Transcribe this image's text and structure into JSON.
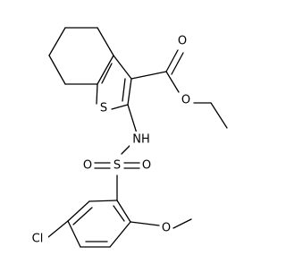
{
  "molecule": {
    "atoms": {
      "sulfur_thiophene": "S",
      "ester_carbonyl_oxygen": "O",
      "ester_oxygen": "O",
      "amide_nitrogen": "NH",
      "sulfonyl_sulfur": "S",
      "sulfonyl_oxygen_left": "O",
      "sulfonyl_oxygen_right": "O",
      "chlorine": "Cl",
      "methoxy_oxygen": "O"
    }
  }
}
